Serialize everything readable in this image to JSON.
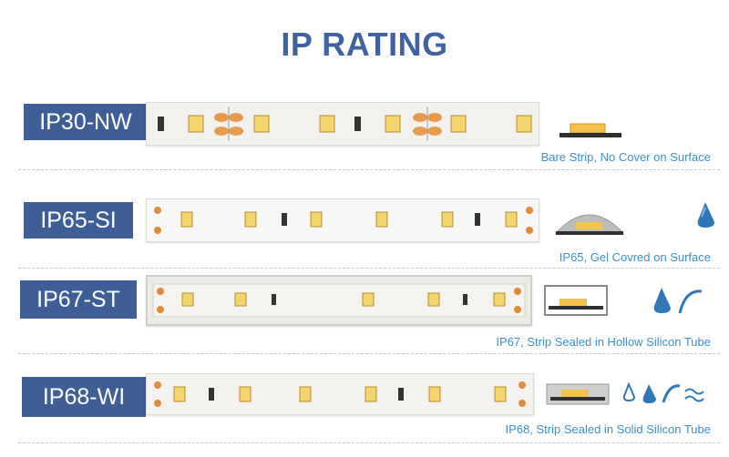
{
  "title": "IP RATING",
  "rows": [
    {
      "label": "IP30-NW",
      "description": "Bare Strip, No Cover on Surface"
    },
    {
      "label": "IP65-SI",
      "description": "IP65, Gel Covred on Surface"
    },
    {
      "label": "IP67-ST",
      "description": "IP67, Strip Sealed in Hollow Silicon Tube"
    },
    {
      "label": "IP68-WI",
      "description": "IP68, Strip Sealed in Solid Silicon Tube"
    }
  ],
  "colors": {
    "label_bg": "#3d5f95",
    "title": "#3f63a0",
    "desc": "#3b8fd0",
    "led": "#f3c24a",
    "water": "#2e78b7"
  }
}
